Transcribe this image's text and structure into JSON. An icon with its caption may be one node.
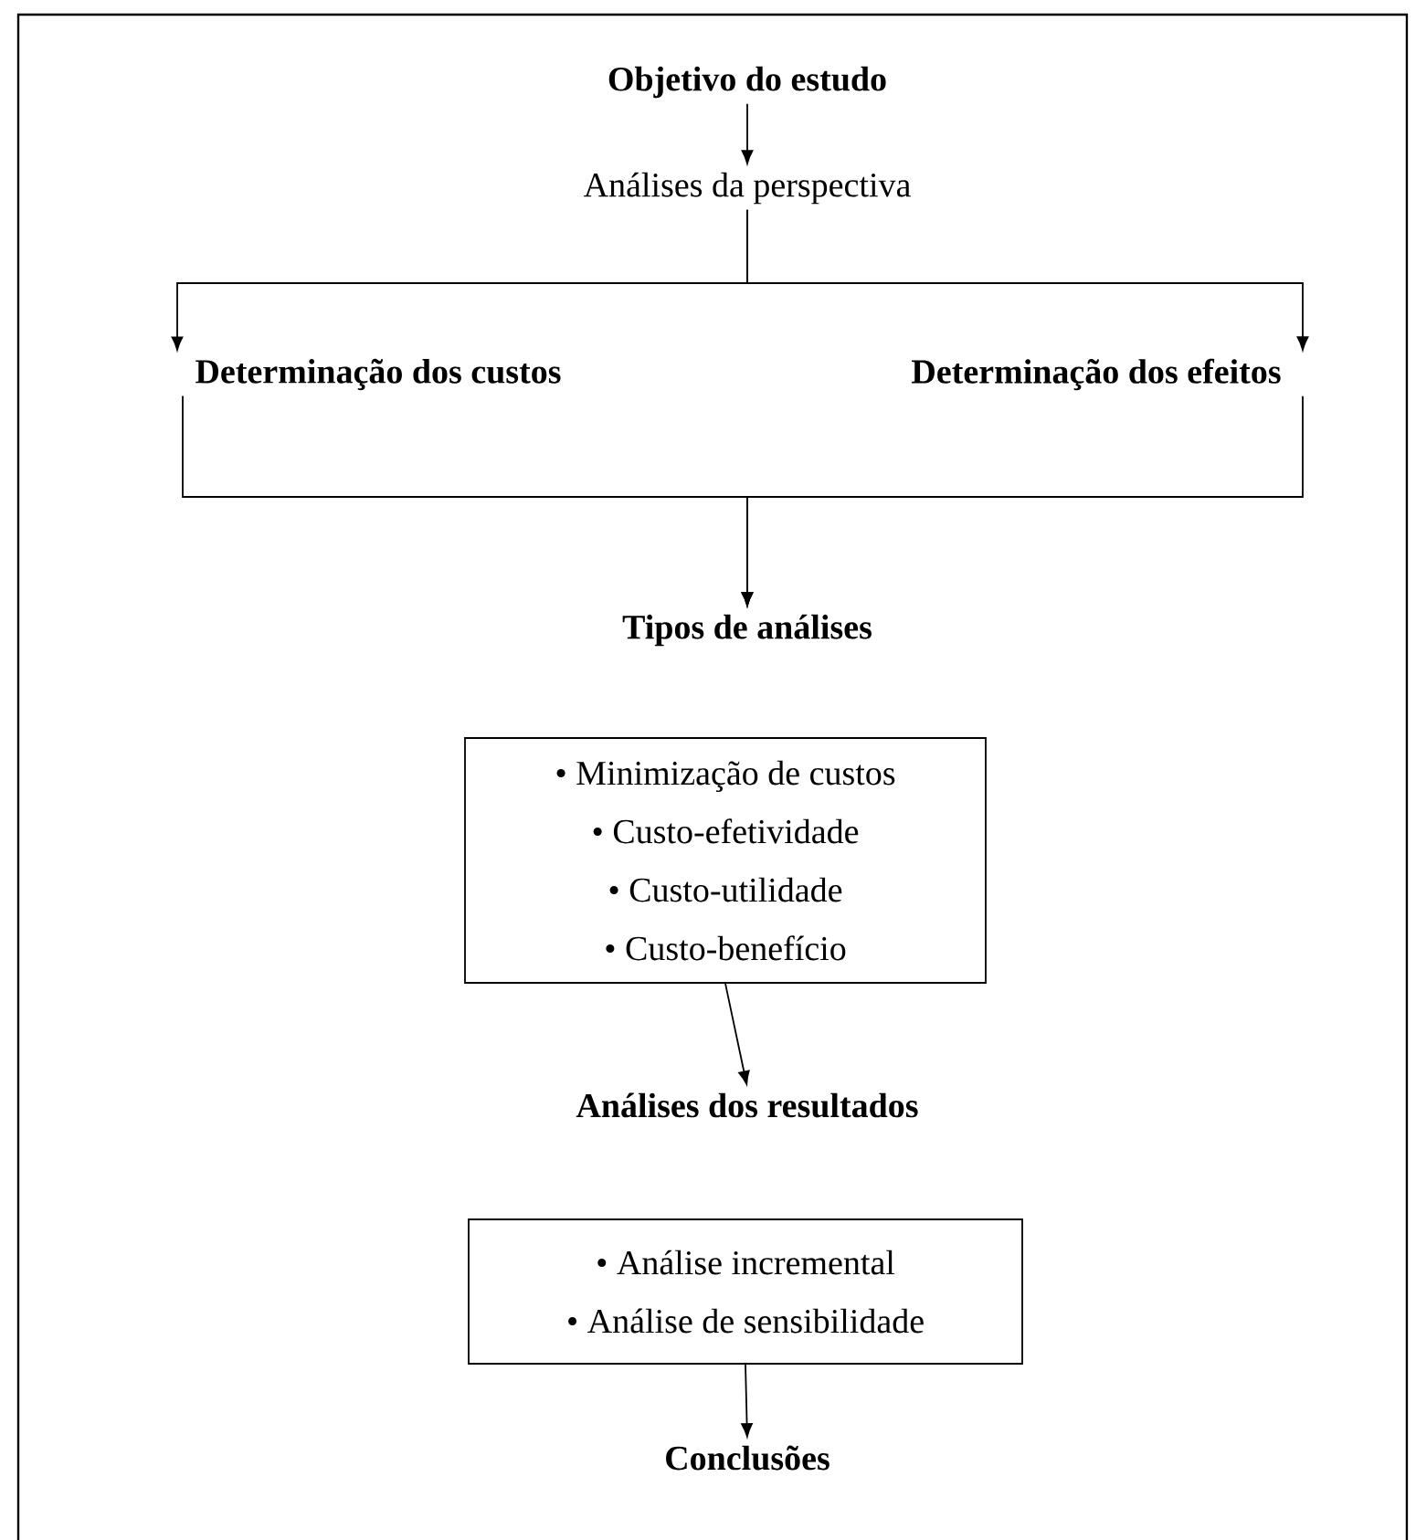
{
  "diagram": {
    "nodes": [
      {
        "text": [
          "Objetivo do estudo"
        ]
      },
      {
        "text": [
          "Análises da perspectiva"
        ]
      },
      {
        "text": [
          "Determinação dos custos"
        ]
      },
      {
        "text": [
          "Determinação dos efeitos"
        ]
      },
      {
        "text": [
          "Tipos de análises"
        ]
      },
      {
        "text": [
          "• Minimização de custos",
          "• Custo-efetividade",
          "• Custo-utilidade",
          "• Custo-benefício"
        ]
      },
      {
        "text": [
          "Análises dos resultados"
        ]
      },
      {
        "text": [
          "• Análise incremental",
          "• Análise de sensibilidade"
        ]
      },
      {
        "text": [
          "Conclusões"
        ]
      }
    ],
    "edges": [
      {
        "from": 0,
        "to": 1,
        "arrow": "to"
      },
      {
        "from": 1,
        "to": 2,
        "arrow": "to"
      },
      {
        "from": 1,
        "to": 3,
        "arrow": "to"
      },
      {
        "from": 2,
        "to": 4,
        "arrow": "to"
      },
      {
        "from": 3,
        "to": 4,
        "arrow": "to"
      },
      {
        "from": 5,
        "to": 6,
        "arrow": "to"
      },
      {
        "from": 7,
        "to": 8,
        "arrow": "to"
      }
    ]
  }
}
